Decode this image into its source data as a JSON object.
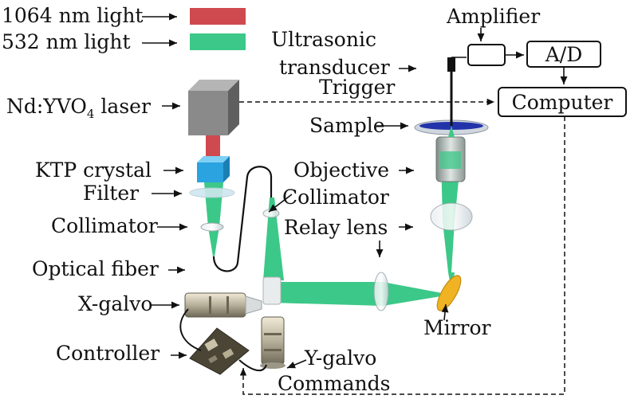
{
  "legend": {
    "light_1064": "1064 nm light",
    "light_532": "532 nm light",
    "color_1064": "#cf4a4e",
    "color_532": "#3cc888"
  },
  "labels": {
    "laser_prefix": "Nd:YVO",
    "laser_sub": "4",
    "laser_suffix": " laser",
    "ktp": "KTP crystal",
    "filter": "Filter",
    "collimator_left": "Collimator",
    "optical_fiber": "Optical fiber",
    "x_galvo": "X-galvo",
    "controller": "Controller",
    "ultrasonic_1": "Ultrasonic",
    "ultrasonic_2": "transducer",
    "trigger": "Trigger",
    "sample": "Sample",
    "objective": "Objective",
    "collimator_center": "Collimator",
    "relay_lens": "Relay lens",
    "mirror": "Mirror",
    "y_galvo": "Y-galvo",
    "commands": "Commands"
  },
  "boxes": {
    "amplifier_label": "Amplifier",
    "ad": "A/D",
    "computer": "Computer"
  },
  "colors": {
    "beam_green": "#3cc888",
    "laser_gray": "#8a8a8a",
    "ktp_blue": "#2aa3e0",
    "mirror_yellow": "#f0b323",
    "sample_blue": "#2233aa"
  }
}
